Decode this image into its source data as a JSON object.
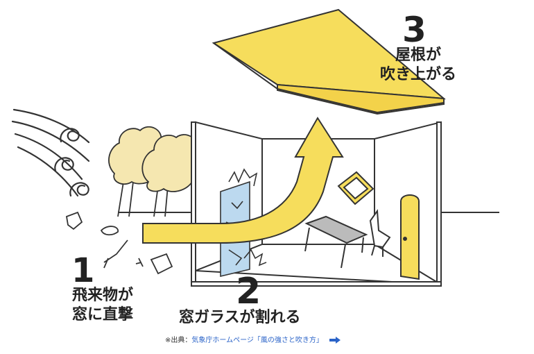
{
  "steps": [
    {
      "number": "1",
      "line1": "飛来物が",
      "line2": "窓に直撃"
    },
    {
      "number": "2",
      "line1": "窓ガラスが割れる"
    },
    {
      "number": "3",
      "line1": "屋根が",
      "line2": "吹き上がる"
    }
  ],
  "source": {
    "prefix": "※出典：",
    "link_text": "気象庁ホームページ「風の強さと吹き方」"
  },
  "colors": {
    "arrow": "#f6dd5c",
    "roof": "#f6dd5c",
    "tree": "#f5e7b0",
    "glass": "#bcd9ef",
    "outline": "#333333",
    "link": "#2a63c8"
  },
  "icons": [
    "wind-gust-icon",
    "debris-icon",
    "broken-glass-icon",
    "arrow-right-icon"
  ]
}
